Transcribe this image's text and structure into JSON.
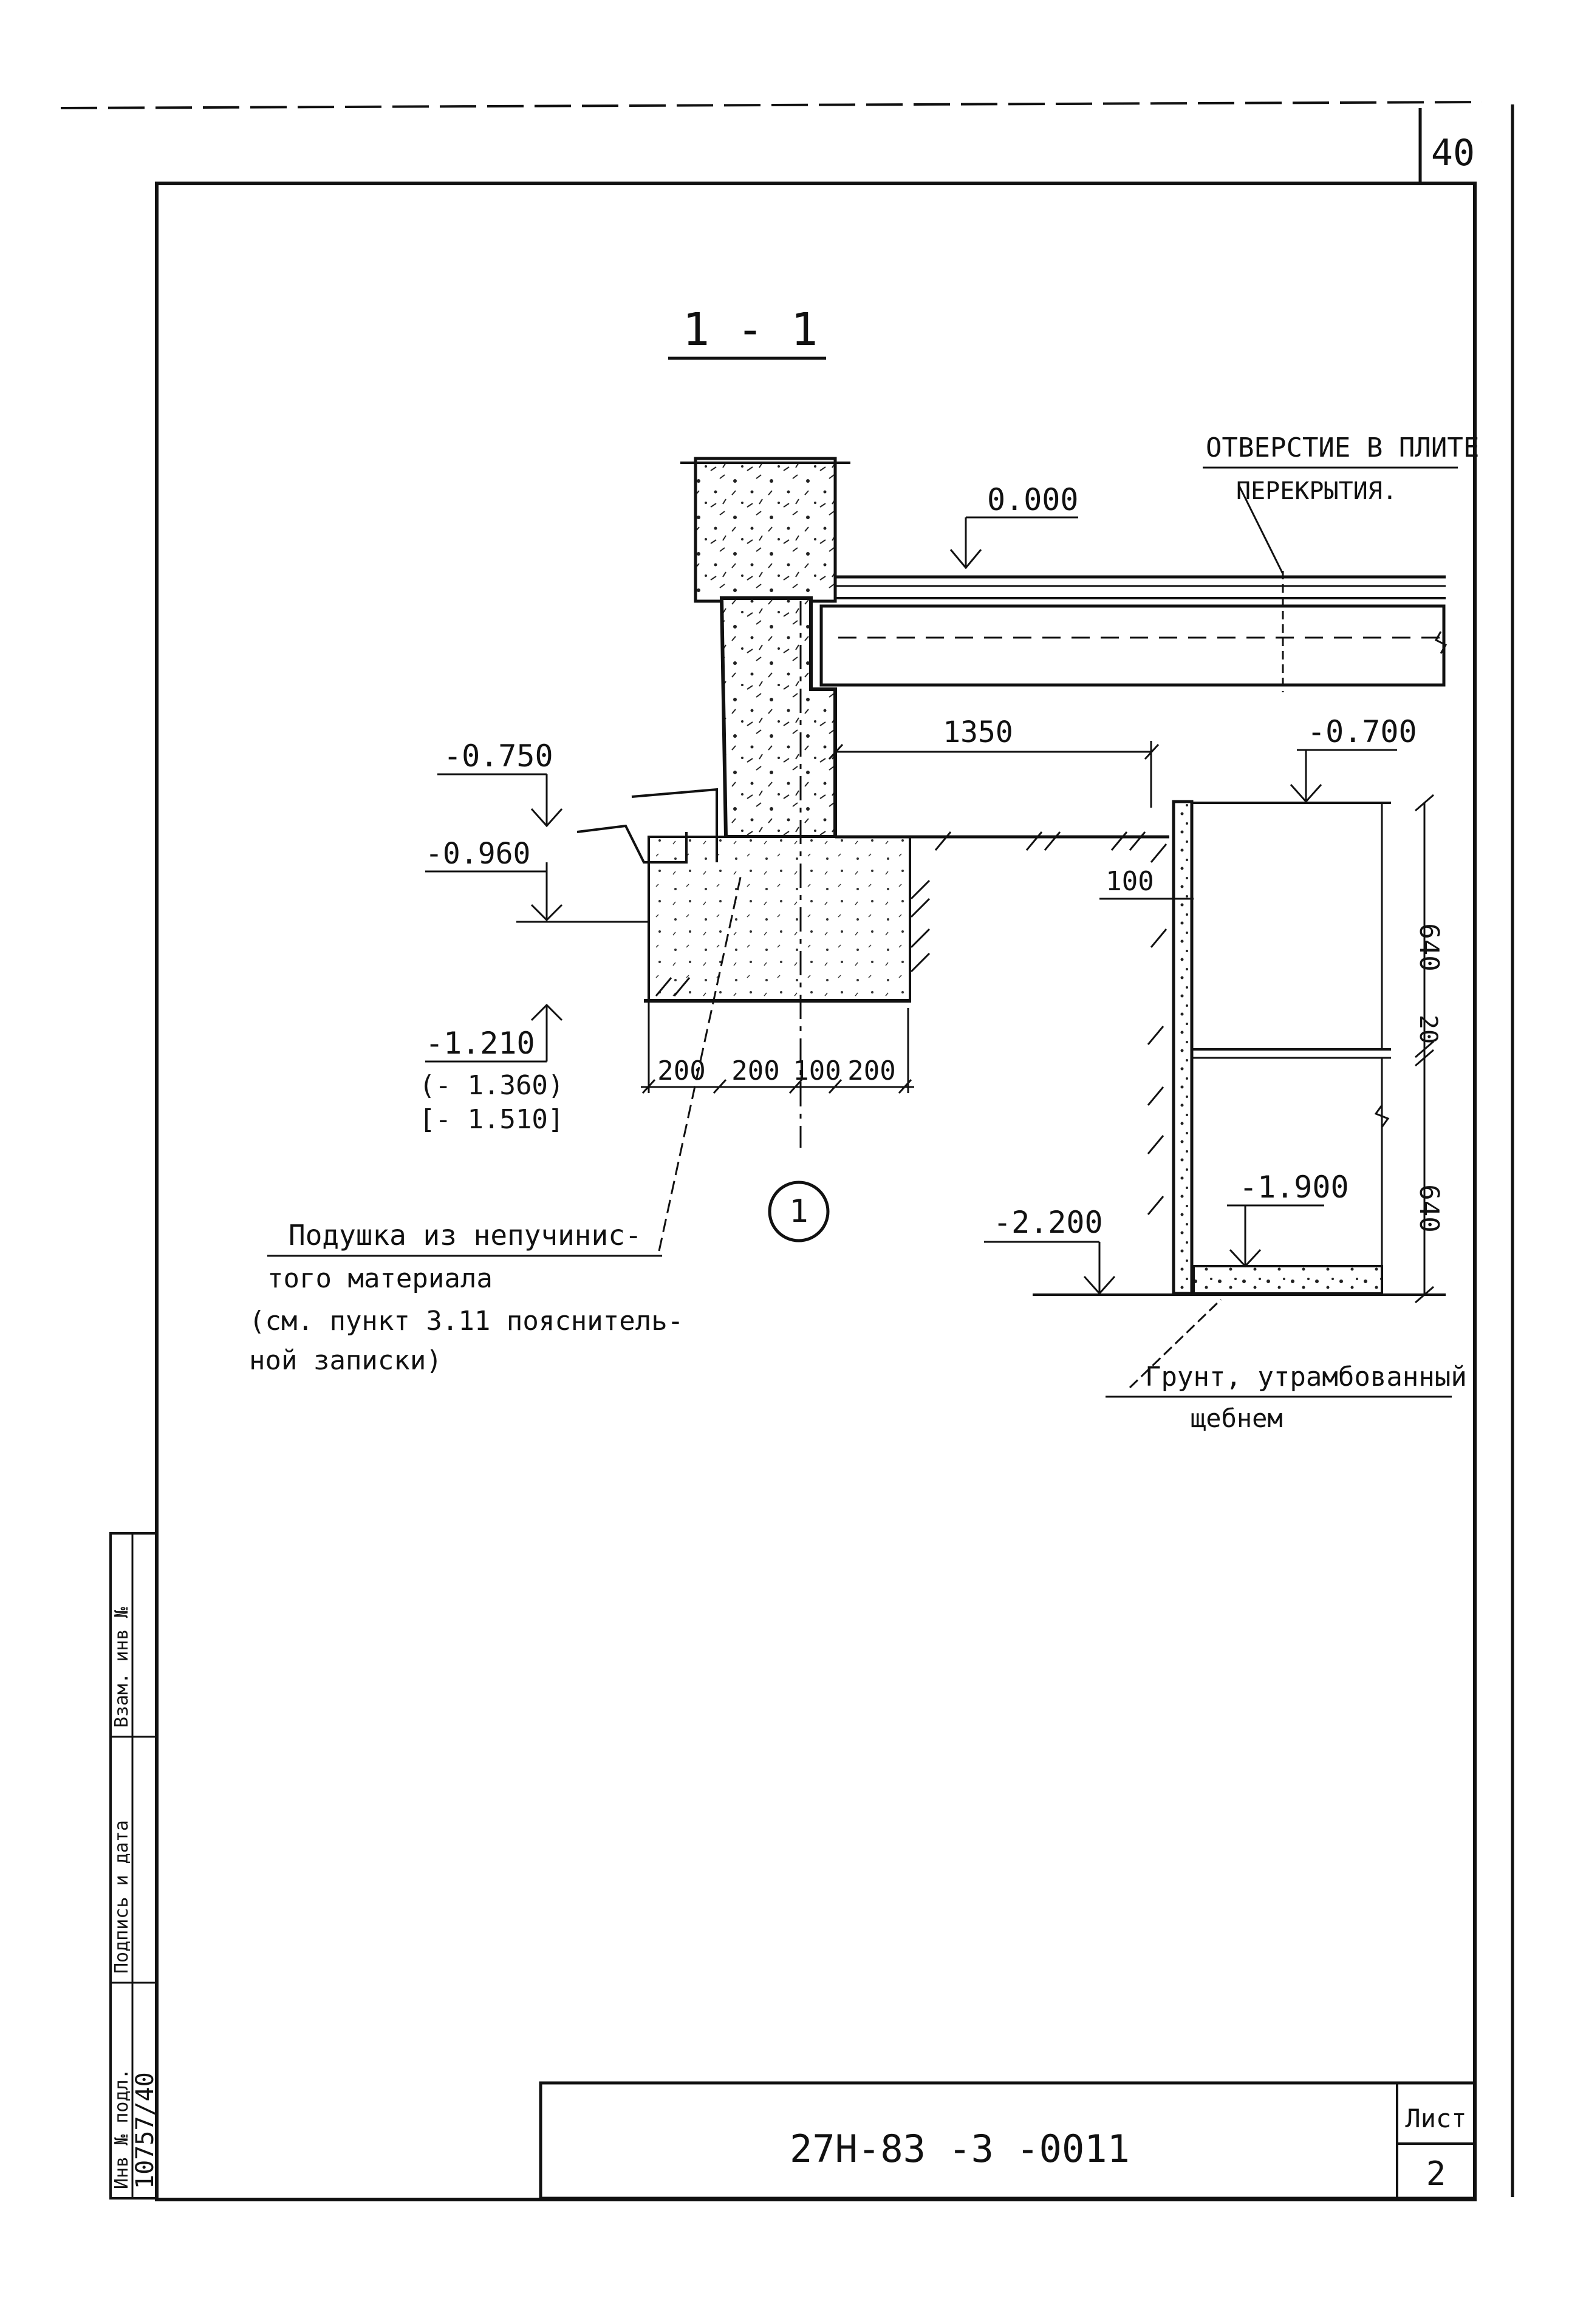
{
  "sheet_corner_number": "40",
  "section_title": "1 - 1",
  "callouts": {
    "slab_hole_line1": "ОТВЕРСТИЕ В ПЛИТЕ",
    "slab_hole_line2": "ПЕРЕКРЫТИЯ.",
    "cushion_line1": "Подушка из непучинис-",
    "cushion_line2": "того материала",
    "cushion_line3": "(см. пункт 3.11 пояснитель-",
    "cushion_line4": "ной записки)",
    "soil_line1": "Грунт, утрамбованный",
    "soil_line2": "щебнем"
  },
  "levels": {
    "zero": "0.000",
    "m0750": "-0.750",
    "m0960": "-0.960",
    "m0700": "-0.700",
    "m1210": "-1.210",
    "m1360": "(- 1.360)",
    "m1510": "[- 1.510]",
    "m2200": "-2.200",
    "m1900": "-1.900"
  },
  "dimensions": {
    "span_1350": "1350",
    "d_100": "100",
    "d_640_top": "640",
    "d_20": "20",
    "d_640_bottom": "640",
    "d_200_a": "200",
    "d_200_b": "200",
    "d_100_c": "100",
    "d_200_d": "200"
  },
  "node_marker": "1",
  "side_stamp": {
    "col1": "Инв № подл.",
    "col2": "Подпись и дата",
    "col3": "Взам. инв №",
    "inv_number": "10757/40"
  },
  "title_block": {
    "doc_code": "27Н-83 -3 -0011",
    "sheet_label": "Лист",
    "sheet_number": "2"
  }
}
